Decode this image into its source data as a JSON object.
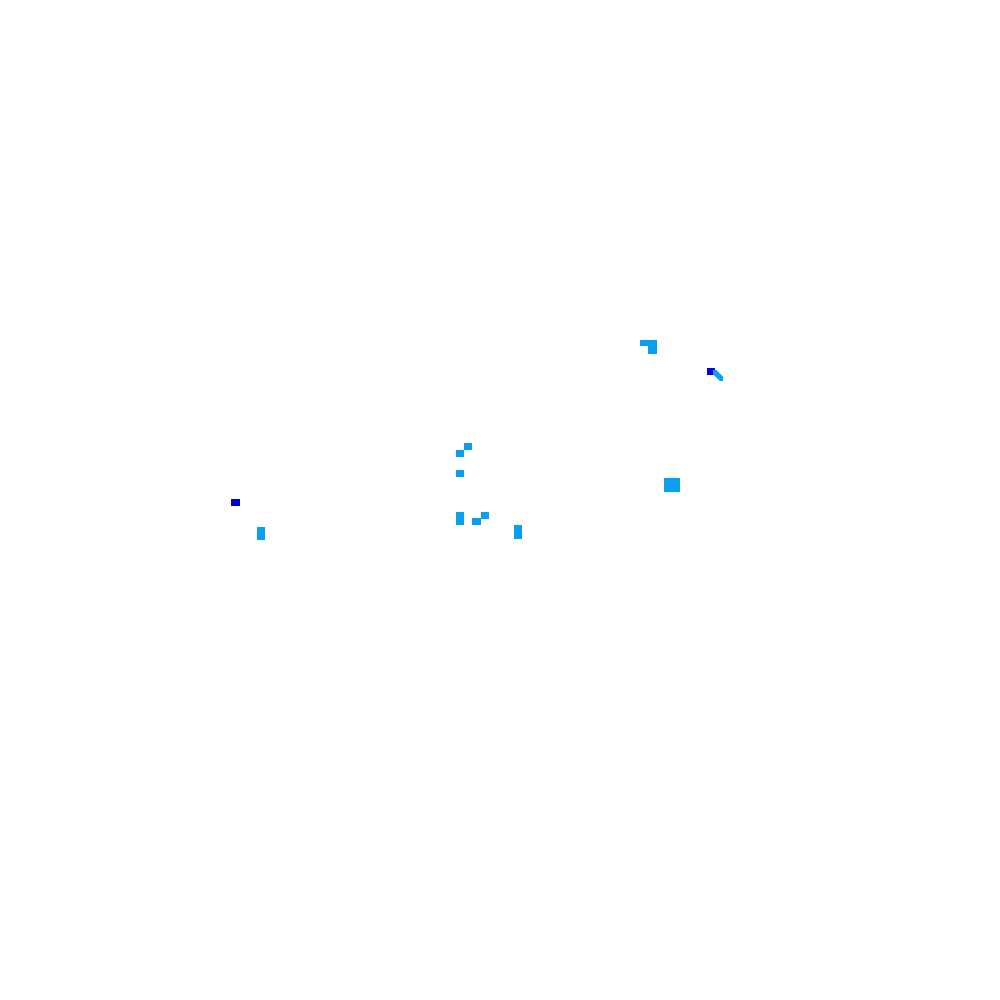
{
  "page": {
    "background": "#ffffff"
  },
  "palette": {
    "light_blue": "#0aa0f0",
    "dark_blue": "#0000d8"
  },
  "specks": [
    {
      "name": "blue-speck-cluster-a-1",
      "color_key": "light_blue"
    },
    {
      "name": "blue-speck-cluster-a-2",
      "color_key": "light_blue"
    },
    {
      "name": "blue-speck-cluster-b-1",
      "color_key": "dark_blue"
    },
    {
      "name": "blue-speck-cluster-b-2",
      "color_key": "light_blue"
    },
    {
      "name": "blue-speck-cluster-c-1",
      "color_key": "light_blue"
    },
    {
      "name": "blue-speck-cluster-c-2",
      "color_key": "light_blue"
    },
    {
      "name": "blue-speck-cluster-c-3",
      "color_key": "light_blue"
    },
    {
      "name": "blue-speck-cluster-c-4",
      "color_key": "light_blue"
    },
    {
      "name": "blue-speck-cluster-c-5",
      "color_key": "light_blue"
    },
    {
      "name": "blue-speck-cluster-c-6",
      "color_key": "light_blue"
    },
    {
      "name": "blue-speck-cluster-c-7",
      "color_key": "light_blue"
    },
    {
      "name": "blue-speck-cluster-d-1",
      "color_key": "light_blue"
    },
    {
      "name": "blue-speck-cluster-e-1",
      "color_key": "dark_blue"
    },
    {
      "name": "blue-speck-cluster-e-2",
      "color_key": "light_blue"
    }
  ]
}
